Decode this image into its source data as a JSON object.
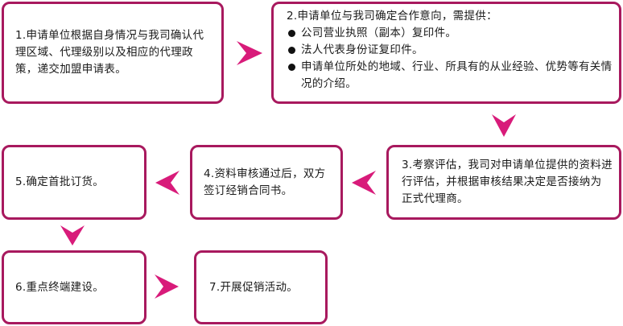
{
  "steps": {
    "s1": "1.申请单位根据自身情况与我司确认代理区域、代理级别以及相应的代理政策，递交加盟申请表。",
    "s2": {
      "title": "2.申请单位与我司确定合作意向，需提供：",
      "items": [
        "公司营业执照（副本）复印件。",
        "法人代表身份证复印件。",
        "申请单位所处的地域、行业、所具有的从业经验、优势等有关情况的介绍。"
      ]
    },
    "s3": "3.考察评估，我司对申请单位提供的资料进行评估，并根据审核结果决定是否接纳为正式代理商。",
    "s4": "4.资料审核通过后，双方签订经销合同书。",
    "s5": "5.确定首批订货。",
    "s6": "6.重点终端建设。",
    "s7": "7.开展促销活动。"
  },
  "colors": {
    "border": "#a8195e",
    "arrow": "#d81b7a"
  }
}
